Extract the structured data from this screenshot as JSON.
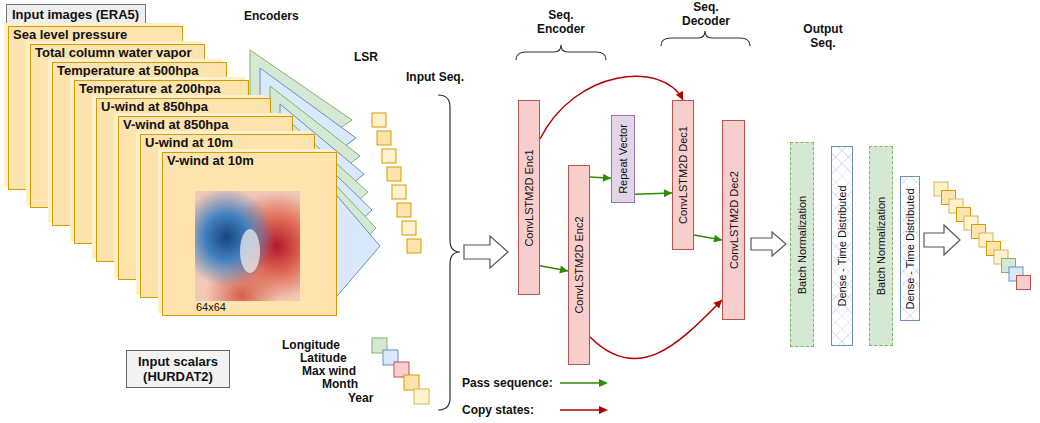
{
  "diagram": {
    "nodes": [
      {
        "text": [
          "Input images (ERA5)"
        ]
      },
      {
        "text": [
          "Sea level pressure"
        ]
      },
      {
        "text": [
          "Total column water vapor"
        ]
      },
      {
        "text": [
          "Temperature at 500hpa"
        ]
      },
      {
        "text": [
          "Temperature at 200hpa"
        ]
      },
      {
        "text": [
          "U-wind at 850hpa"
        ]
      },
      {
        "text": [
          "V-wind at 850hpa"
        ]
      },
      {
        "text": [
          "U-wind at 10m"
        ]
      },
      {
        "text": [
          "V-wind at 10m"
        ]
      },
      {
        "text": [
          "Input scalars (HURDAT2)"
        ]
      },
      {
        "text": [
          "ConvLSTM2D Enc1"
        ]
      },
      {
        "text": [
          "ConvLSTM2D Enc2"
        ]
      },
      {
        "text": [
          "Repeat Vector"
        ]
      },
      {
        "text": [
          "ConvLSTM2D Dec1"
        ]
      },
      {
        "text": [
          "ConvLSTM2D Dec2"
        ]
      },
      {
        "text": [
          "Batch Normalization"
        ]
      },
      {
        "text": [
          "Dense - Time Distributed"
        ]
      },
      {
        "text": [
          "Batch Normalization"
        ]
      },
      {
        "text": [
          "Dense - Time Distributed"
        ]
      }
    ],
    "edges": [
      {
        "from": 10,
        "to": 11,
        "arrow": "to"
      },
      {
        "from": 11,
        "to": 12,
        "arrow": "to"
      },
      {
        "from": 12,
        "to": 13,
        "arrow": "to"
      },
      {
        "from": 13,
        "to": 14,
        "arrow": "to"
      },
      {
        "from": 10,
        "to": 13,
        "arrow": "to"
      },
      {
        "from": 11,
        "to": 14,
        "arrow": "to"
      },
      {
        "from": 14,
        "to": 15,
        "arrow": "to"
      }
    ],
    "labels": [
      "Encoders",
      "LSR",
      "Input Seq.",
      "64x64",
      "Longitude",
      "Latitude",
      "Max wind",
      "Month",
      "Year",
      "Seq. Encoder",
      "Seq. Decoder",
      "Output Seq."
    ],
    "legend": [
      {
        "text": "Pass sequence:"
      },
      {
        "text": "Copy states:"
      }
    ]
  }
}
